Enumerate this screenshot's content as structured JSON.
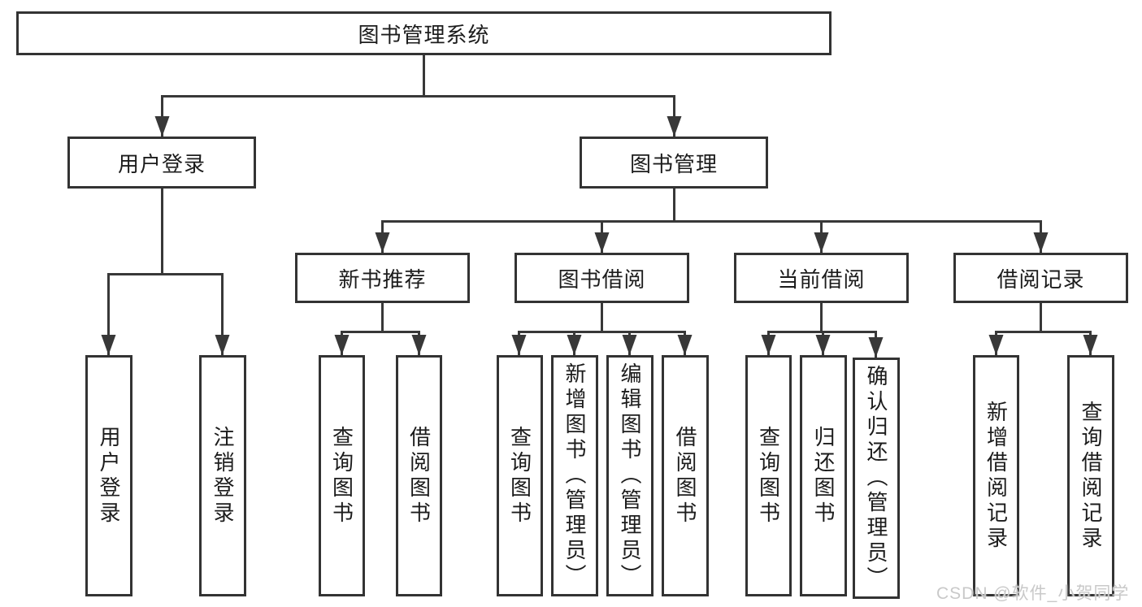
{
  "tree": {
    "label": "图书管理系统",
    "children": [
      {
        "label": "用户登录",
        "children": [
          {
            "label": "用户登录"
          },
          {
            "label": "注销登录"
          }
        ]
      },
      {
        "label": "图书管理",
        "children": [
          {
            "label": "新书推荐",
            "children": [
              {
                "label": "查询图书"
              },
              {
                "label": "借阅图书"
              }
            ]
          },
          {
            "label": "图书借阅",
            "children": [
              {
                "label": "查询图书"
              },
              {
                "label": "新增图书（管理员）"
              },
              {
                "label": "编辑图书（管理员）"
              },
              {
                "label": "借阅图书"
              }
            ]
          },
          {
            "label": "当前借阅",
            "children": [
              {
                "label": "查询图书"
              },
              {
                "label": "归还图书"
              },
              {
                "label": "确认归还（管理员）"
              }
            ]
          },
          {
            "label": "借阅记录",
            "children": [
              {
                "label": "新增借阅记录"
              },
              {
                "label": "查询借阅记录"
              }
            ]
          }
        ]
      }
    ]
  },
  "watermark": {
    "text": "CSDN @软件_小贺同学"
  },
  "colors": {
    "background": "#ffffff",
    "box_border": "#333333",
    "connector_line": "#383838",
    "text": "#1c1c1c",
    "watermark_text": "#c9c9c9"
  }
}
